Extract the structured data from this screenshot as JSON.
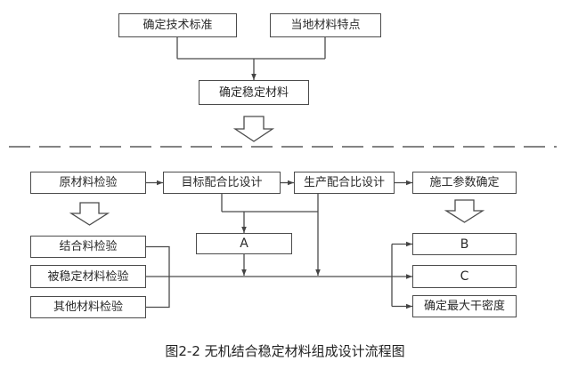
{
  "top": {
    "tech_standard": "确定技术标准",
    "local_material": "当地材料特点",
    "stabilized_material": "确定稳定材料"
  },
  "flow": {
    "raw_material_test": "原材料检验",
    "target_mix_design": "目标配合比设计",
    "production_mix_design": "生产配合比设计",
    "construction_params": "施工参数确定"
  },
  "tests": {
    "binder_test": "结合料检验",
    "stabilized_test": "被稳定材料检验",
    "other_test": "其他材料检验"
  },
  "middle": {
    "a_label": "A"
  },
  "right": {
    "b_label": "B",
    "c_label": "C",
    "max_dry_density": "确定最大干密度"
  },
  "caption": "图2-2 无机结合稳定材料组成设计流程图"
}
